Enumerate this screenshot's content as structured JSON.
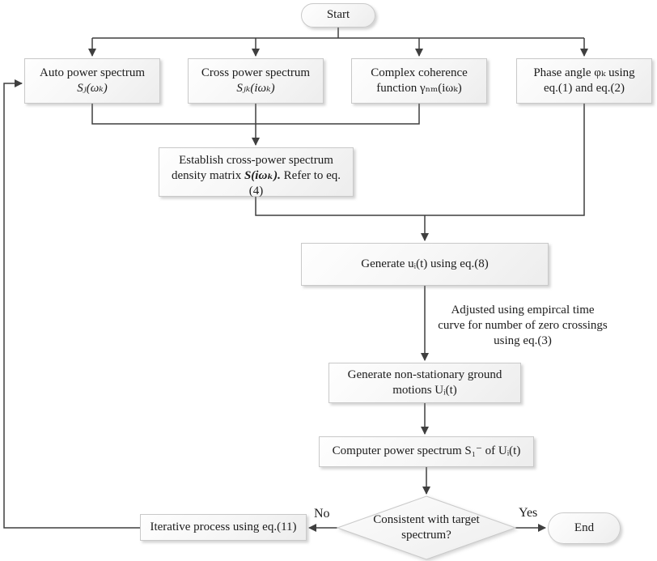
{
  "flowchart": {
    "start": {
      "label": "Start"
    },
    "inputs": [
      {
        "id": "auto-power-spectrum",
        "line1": "Auto power spectrum",
        "line2": "Sⱼ(ωₖ)"
      },
      {
        "id": "cross-power-spectrum",
        "line1": "Cross power spectrum",
        "line2": "Sⱼₖ(iωₖ)"
      },
      {
        "id": "complex-coherence",
        "line1": "Complex coherence",
        "line2": "function γₙₘ(iωₖ)"
      },
      {
        "id": "phase-angle",
        "line1": "Phase angle φₖ using",
        "line2": "eq.(1) and eq.(2)"
      }
    ],
    "establish": {
      "pre": "Establish cross-power spectrum density matrix ",
      "formula": "S(iωₖ).",
      "post": " Refer to eq.(4)"
    },
    "generate_u": {
      "label": "Generate uᵢ(t) using eq.(8)"
    },
    "annotation": {
      "line1": "Adjusted using empircal time",
      "line2": "curve for number of zero",
      "line3": "crossings using eq.(3)"
    },
    "nonstationary": {
      "label": "Generate non-stationary ground motions Uᵢ(t)"
    },
    "compute": {
      "label": "Computer power spectrum S₁⁻ of Uᵢ(t)"
    },
    "decision": {
      "label": "Consistent with target spectrum?"
    },
    "iterative": {
      "label": "Iterative process using eq.(11)"
    },
    "end": {
      "label": "End"
    },
    "edge_labels": {
      "no": "No",
      "yes": "Yes"
    }
  },
  "colors": {
    "line": "#3f3f3f",
    "node_border": "#c9c9c9",
    "node_fill_light": "#fefefe",
    "node_fill_dark": "#ededed",
    "text": "#1c1c1c",
    "background": "#ffffff"
  }
}
